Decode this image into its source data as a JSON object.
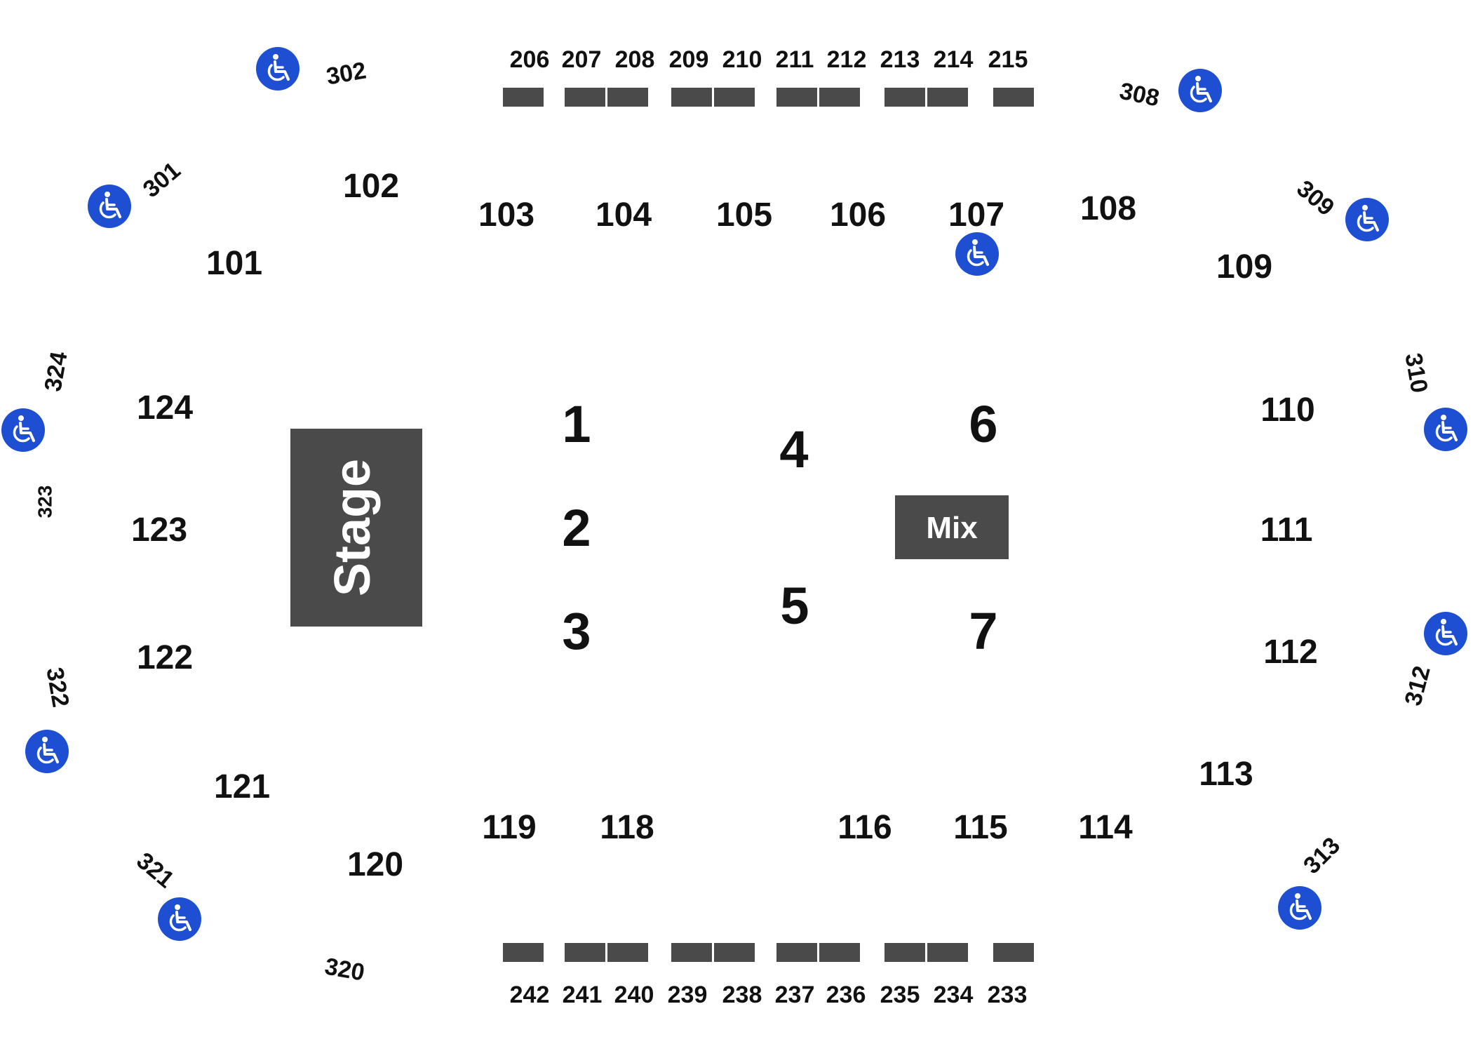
{
  "colors": {
    "background": "#ffffff",
    "text": "#111111",
    "block": "#4a4a4a",
    "accessible": "#1e4fd2",
    "accessible_glyph": "#ffffff"
  },
  "stage": {
    "label": "Stage"
  },
  "mix": {
    "label": "Mix"
  },
  "floor_sections": [
    "1",
    "2",
    "3",
    "4",
    "5",
    "6",
    "7"
  ],
  "lower_sections": [
    "101",
    "102",
    "103",
    "104",
    "105",
    "106",
    "107",
    "108",
    "109",
    "110",
    "111",
    "112",
    "113",
    "114",
    "115",
    "116",
    "118",
    "119",
    "120",
    "121",
    "122",
    "123",
    "124"
  ],
  "upper_top_sections": [
    "206",
    "207",
    "208",
    "209",
    "210",
    "211",
    "212",
    "213",
    "214",
    "215"
  ],
  "upper_bottom_sections": [
    "242",
    "241",
    "240",
    "239",
    "238",
    "237",
    "236",
    "235",
    "234",
    "233"
  ],
  "terrace_sections": [
    "302",
    "301",
    "308",
    "309",
    "310",
    "312",
    "313",
    "320",
    "321",
    "322",
    "323",
    "324"
  ],
  "accessible_icon": "wheelchair-icon"
}
